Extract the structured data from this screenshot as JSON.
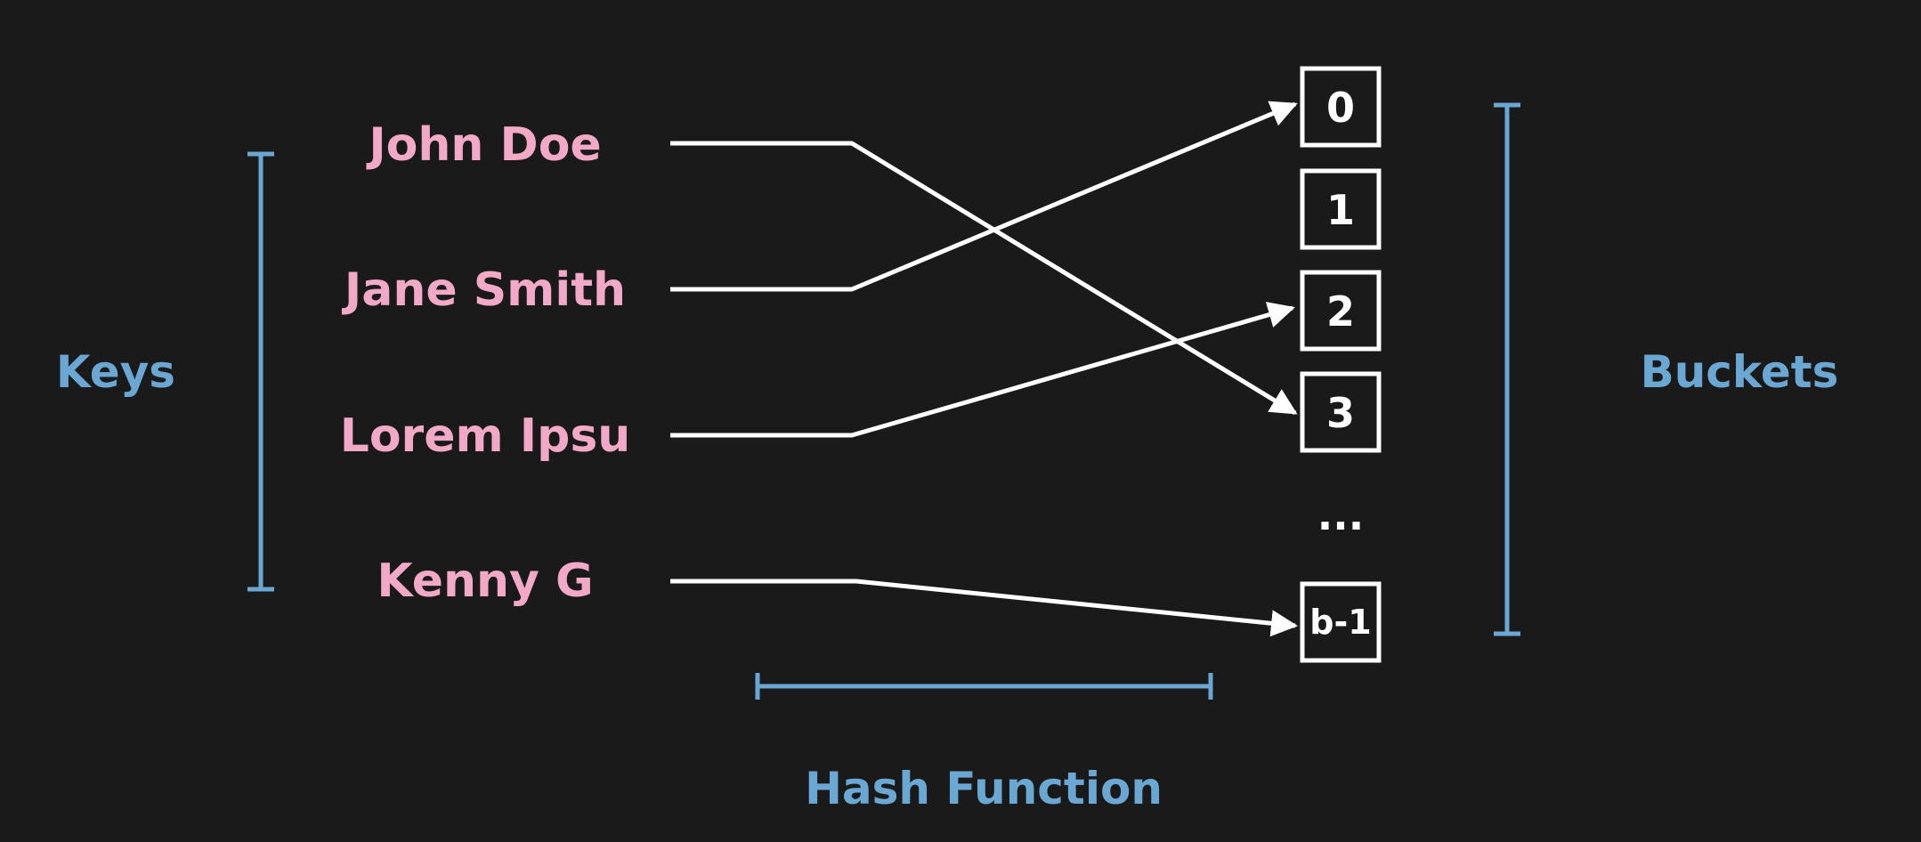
{
  "colors": {
    "background": "#1a1a1a",
    "section_label": "#6aa8d3",
    "key_label": "#f2a9c7",
    "line": "#ffffff"
  },
  "labels": {
    "keys": "Keys",
    "buckets": "Buckets",
    "hash_function": "Hash Function"
  },
  "keys": [
    "John Doe",
    "Jane Smith",
    "Lorem Ipsu",
    "Kenny G"
  ],
  "buckets": [
    "0",
    "1",
    "2",
    "3",
    "...",
    "b-1"
  ],
  "mapping": [
    {
      "key": "John Doe",
      "bucket": "3"
    },
    {
      "key": "Jane Smith",
      "bucket": "0"
    },
    {
      "key": "Lorem Ipsu",
      "bucket": "2"
    },
    {
      "key": "Kenny G",
      "bucket": "b-1"
    }
  ]
}
